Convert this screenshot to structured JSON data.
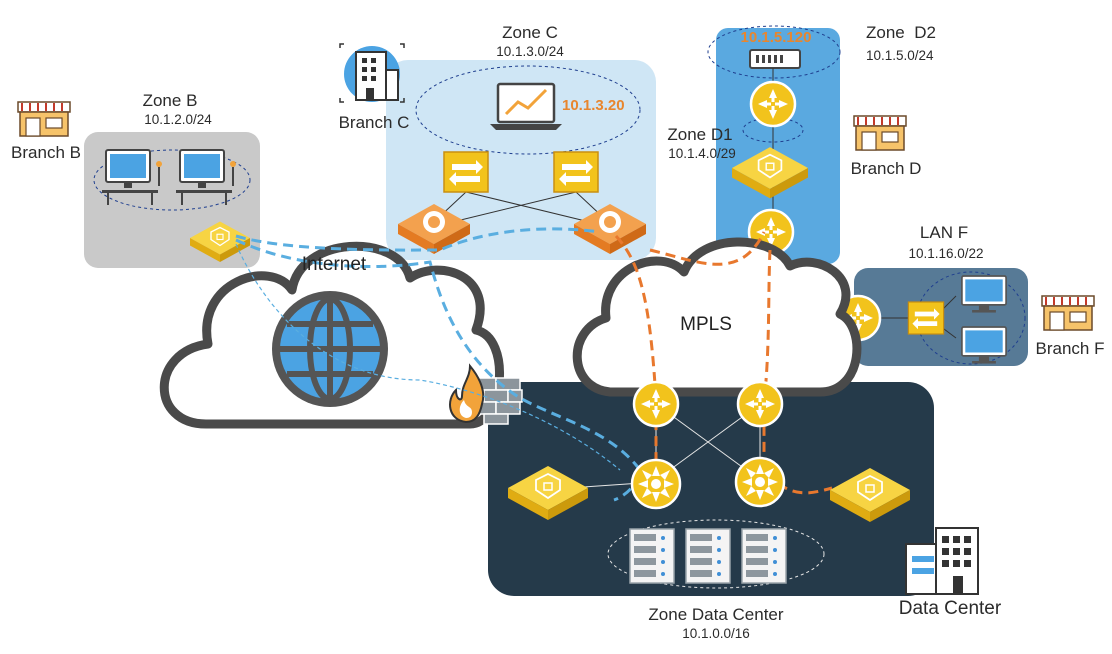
{
  "zones": {
    "b": {
      "name": "Zone B",
      "subnet": "10.1.2.0/24"
    },
    "c": {
      "name": "Zone C",
      "subnet": "10.1.3.0/24",
      "ip": "10.1.3.20"
    },
    "d1": {
      "name": "Zone D1",
      "subnet": "10.1.4.0/29"
    },
    "d2": {
      "name": "Zone  D2",
      "subnet": "10.1.5.0/24",
      "ip": "10.1.5.120"
    },
    "lanf": {
      "name": "LAN F",
      "subnet": "10.1.16.0/22"
    },
    "dc": {
      "name": "Zone Data Center",
      "subnet": "10.1.0.0/16"
    }
  },
  "sites": {
    "branch_b": "Branch B",
    "branch_c": "Branch C",
    "branch_d": "Branch D",
    "branch_f": "Branch F",
    "data_center": "Data Center"
  },
  "clouds": {
    "internet": "Internet",
    "mpls": "MPLS"
  },
  "colors": {
    "zone_b_bg": "#c9c9c9",
    "zone_c_bg": "#cfe6f5",
    "zone_d_bg": "#5aa9e0",
    "lan_f_bg": "#577a96",
    "dc_bg": "#253a4a",
    "accent_orange": "#e8862e",
    "device_yellow": "#f2c31c",
    "internet_path": "#5aaee0",
    "mpls_path": "#e8782e"
  },
  "icons": [
    "store-icon",
    "building-icon",
    "laptop-chart-icon",
    "desktop-icon",
    "router-icon",
    "switch-icon",
    "firewall-icon",
    "server-icon",
    "sdwan-appliance-icon",
    "globe-icon"
  ]
}
